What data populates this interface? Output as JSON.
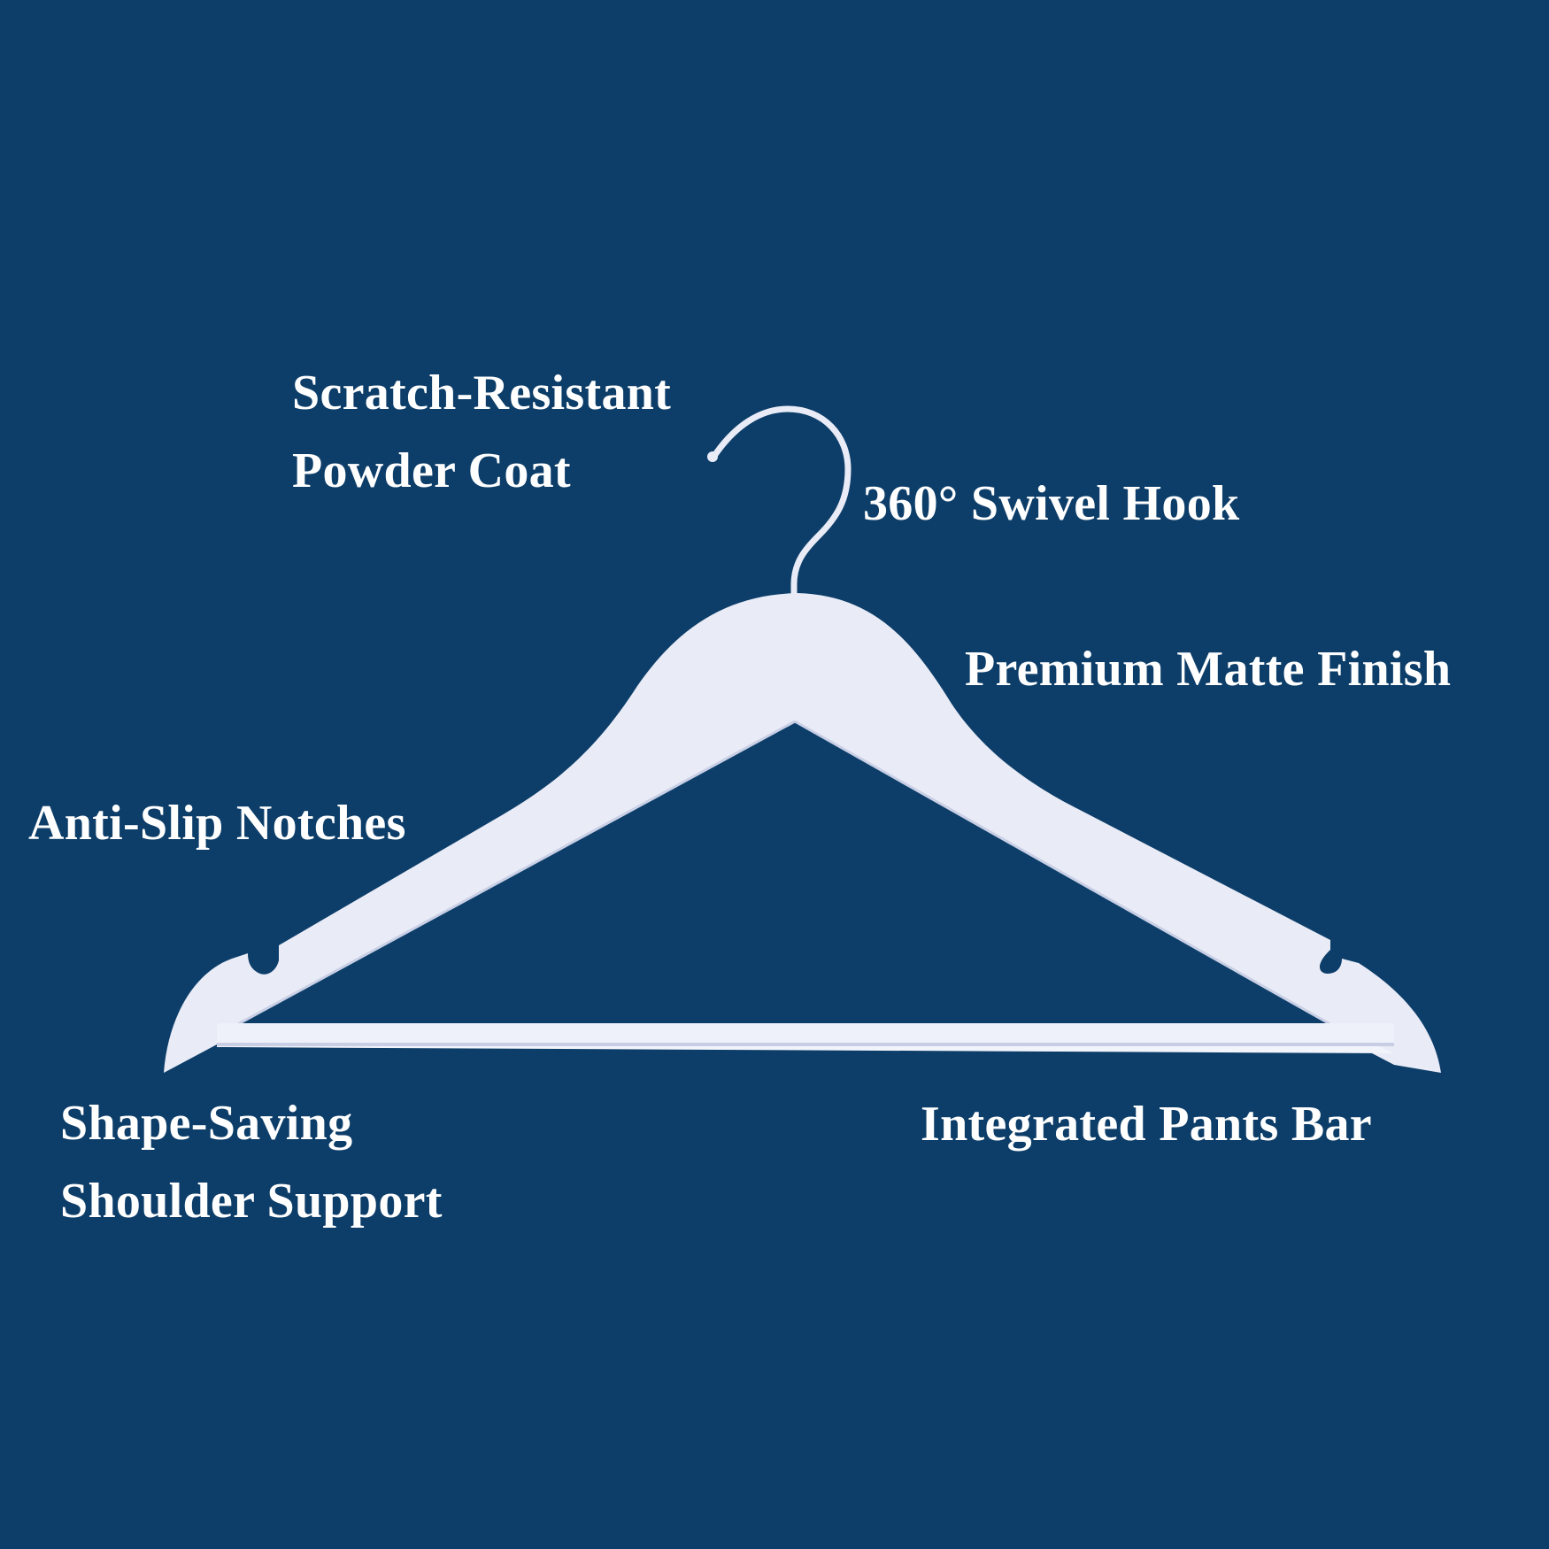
{
  "background_color": "#0d3e69",
  "hanger_color": "#e9ecf7",
  "label_color": "#ffffff",
  "features": {
    "powder_coat": [
      "Scratch-Resistant",
      "Powder Coat"
    ],
    "swivel_hook": [
      "360° Swivel Hook"
    ],
    "matte_finish": [
      "Premium Matte Finish"
    ],
    "notches": [
      "Anti-Slip Notches"
    ],
    "shoulder_support": [
      "Shape-Saving",
      "Shoulder Support"
    ],
    "pants_bar": [
      "Integrated Pants Bar"
    ]
  }
}
